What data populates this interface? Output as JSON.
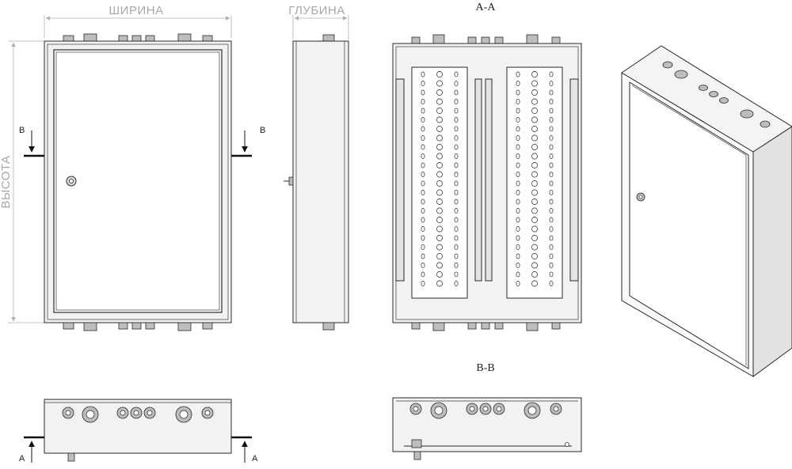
{
  "dimensions": {
    "width_label": "ШИРИНА",
    "depth_label": "ГЛУБИНА",
    "height_label": "ВЫСОТА"
  },
  "sections": {
    "aa_title": "А-А",
    "bb_title": "В-В",
    "cut_b_left": "В",
    "cut_b_right": "В",
    "cut_a_left": "А",
    "cut_a_right": "А"
  }
}
